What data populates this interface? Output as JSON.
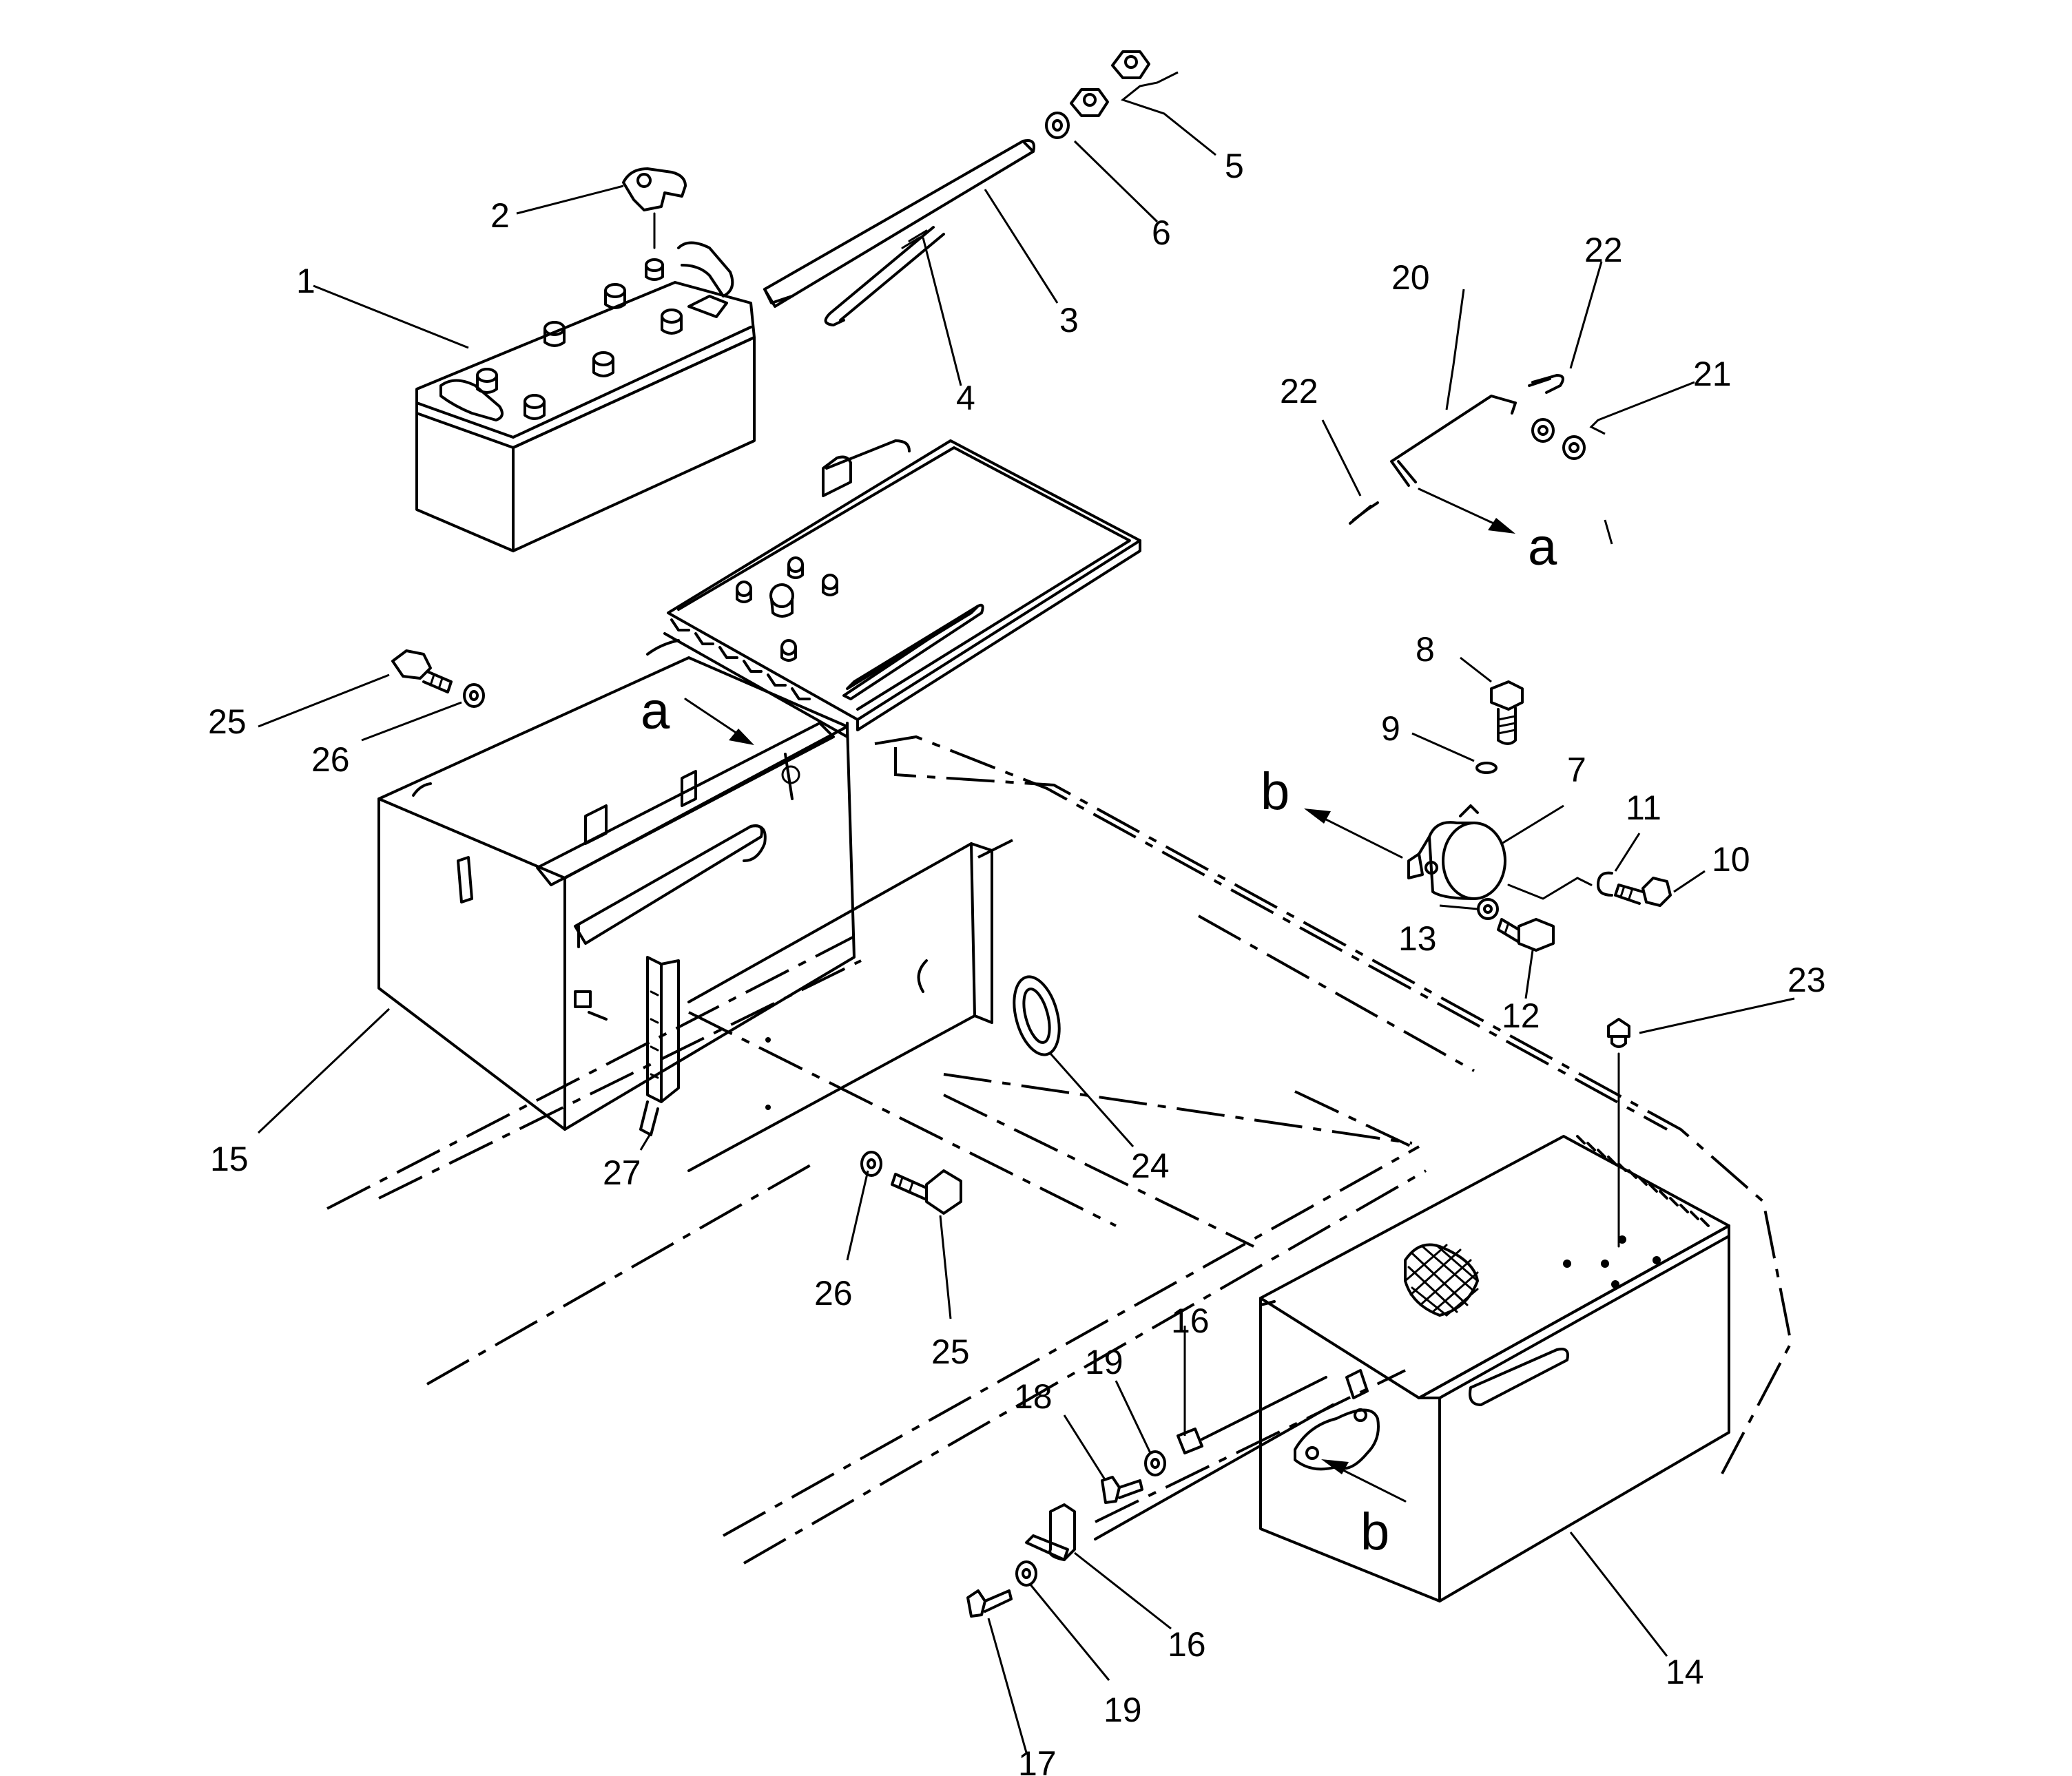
{
  "callouts": {
    "c1": "1",
    "c2": "2",
    "c3": "3",
    "c4": "4",
    "c5": "5",
    "c6": "6",
    "c7": "7",
    "c8": "8",
    "c9": "9",
    "c10": "10",
    "c11": "11",
    "c12": "12",
    "c13": "13",
    "c14": "14",
    "c15": "15",
    "c16a": "16",
    "c16b": "16",
    "c17": "17",
    "c18": "18",
    "c19a": "19",
    "c19b": "19",
    "c20": "20",
    "c21": "21",
    "c22a": "22",
    "c22b": "22",
    "c23": "23",
    "c24": "24",
    "c25a": "25",
    "c25b": "25",
    "c26a": "26",
    "c26b": "26",
    "c27": "27"
  },
  "view_markers": {
    "a_top": "a",
    "a_box": "a",
    "b_horn": "b",
    "b_box": "b"
  }
}
